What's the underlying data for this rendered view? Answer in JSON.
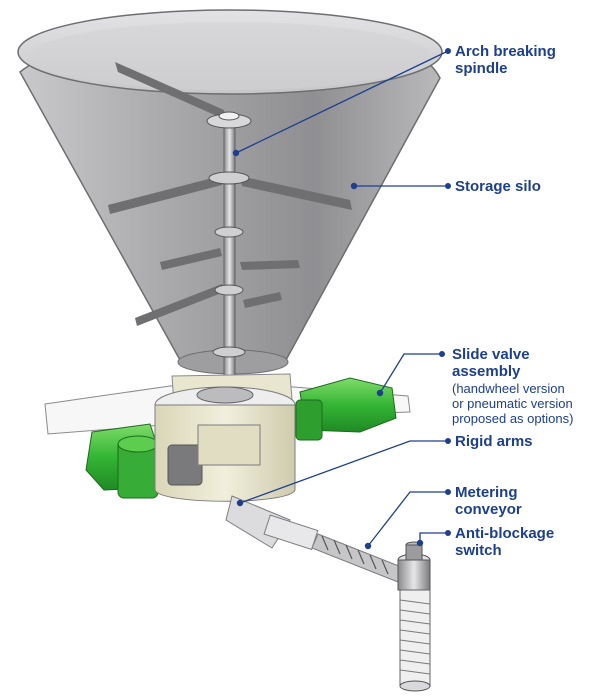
{
  "labels": {
    "spindle": [
      "Arch breaking",
      "spindle"
    ],
    "silo": "Storage silo",
    "slide_valve": [
      "Slide valve",
      "assembly"
    ],
    "slide_valve_note": [
      "(handwheel version",
      "or pneumatic version",
      "proposed as options)"
    ],
    "rigid_arms": "Rigid arms",
    "metering": [
      "Metering",
      "conveyor"
    ],
    "anti_blockage": [
      "Anti-blockage",
      "switch"
    ]
  },
  "colors": {
    "accent": "#1d3f8f",
    "motor": "#3cb43c",
    "silo": "#bfbfc1"
  }
}
